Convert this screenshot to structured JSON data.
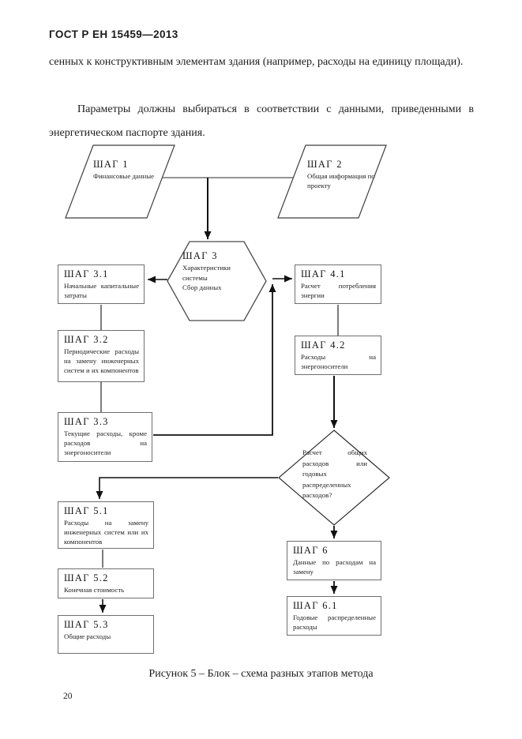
{
  "page": {
    "header": "ГОСТ Р ЕН 15459—2013",
    "paragraph1": "сенных к конструктивным элементам здания (например, расходы на единицу площади).",
    "paragraph2": "Параметры должны выбираться в соответствии с данными, приведенными в энергетическом паспорте здания.",
    "figure_caption": "Рисунок 5 – Блок – схема разных этапов метода",
    "page_number": "20"
  },
  "flowchart": {
    "step1": {
      "shape": "parallelogram",
      "title": "ШАГ 1",
      "desc": "Финансовые данные"
    },
    "step2": {
      "shape": "parallelogram",
      "title": "ШАГ 2",
      "desc": "Общая информация по проекту"
    },
    "step3": {
      "shape": "hexagon",
      "title": "ШАГ 3",
      "desc": "Характеристики системы\nСбор данных"
    },
    "step3_1": {
      "shape": "rect",
      "title": "ШАГ 3.1",
      "desc": "Начальные капитальные затраты"
    },
    "step3_2": {
      "shape": "rect",
      "title": "ШАГ 3.2",
      "desc": "Периодические расходы на замену инженерных систем и их компонентов"
    },
    "step3_3": {
      "shape": "rect",
      "title": "ШАГ 3.3",
      "desc": "Текущие расходы, кроме расходов на энергоносители"
    },
    "step4_1": {
      "shape": "rect",
      "title": "ШАГ 4.1",
      "desc": "Расчет потребления энергии"
    },
    "step4_2": {
      "shape": "rect",
      "title": "ШАГ 4.2",
      "desc": "Расходы на энергоносители"
    },
    "decision": {
      "shape": "diamond",
      "question": "Расчет общих расходов или годовых распределенных расходов?"
    },
    "step5_1": {
      "shape": "rect",
      "title": "ШАГ 5.1",
      "desc": "Расходы на замену инженерных систем или их компонентов"
    },
    "step5_2": {
      "shape": "rect",
      "title": "ШАГ 5.2",
      "desc": "Конечная стоимость"
    },
    "step5_3": {
      "shape": "rect",
      "title": "ШАГ 5.3",
      "desc": "Общие расходы"
    },
    "step6": {
      "shape": "rect",
      "title": "ШАГ 6",
      "desc": "Данные по расходам на замену"
    },
    "step6_1": {
      "shape": "rect",
      "title": "ШАГ 6.1",
      "desc": "Годовые распределенные расходы"
    }
  },
  "colors": {
    "page_background": "#ffffff",
    "text": "#1c1c1c",
    "box_border": "#6f6f6f",
    "shape_border": "#3f3f3f",
    "connector": "#111111"
  }
}
